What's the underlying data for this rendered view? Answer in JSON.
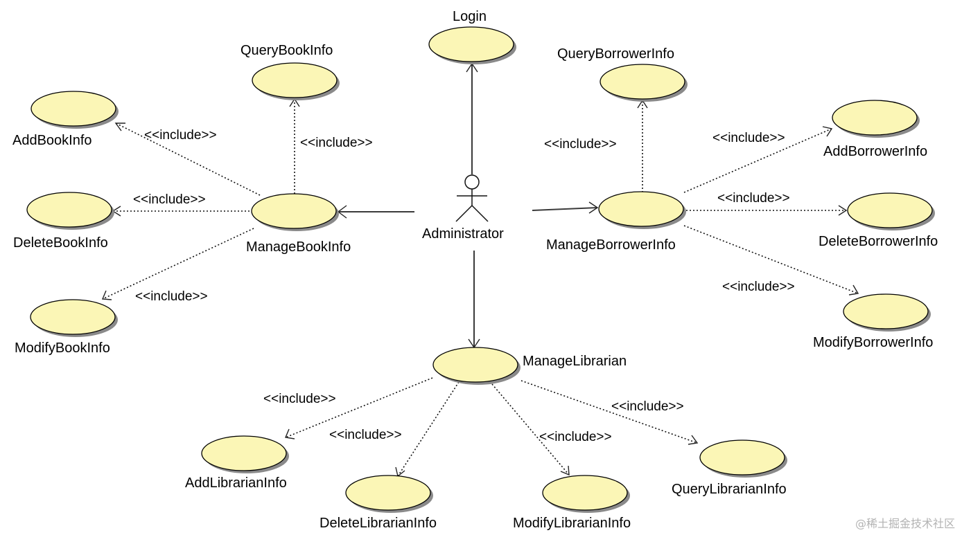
{
  "actor": {
    "name": "Administrator"
  },
  "use_cases": {
    "login": "Login",
    "query_book_info": "QueryBookInfo",
    "add_book_info": "AddBookInfo",
    "delete_book_info": "DeleteBookInfo",
    "modify_book_info": "ModifyBookInfo",
    "manage_book_info": "ManageBookInfo",
    "query_borrower_info": "QueryBorrowerInfo",
    "add_borrower_info": "AddBorrowerInfo",
    "delete_borrower_info": "DeleteBorrowerInfo",
    "modify_borrower_info": "ModifyBorrowerInfo",
    "manage_borrower_info": "ManageBorrowerInfo",
    "manage_librarian": "ManageLibrarian",
    "add_librarian_info": "AddLibrarianInfo",
    "delete_librarian_info": "DeleteLibrarianInfo",
    "modify_librarian_info": "ModifyLibrarianInfo",
    "query_librarian_info": "QueryLibrarianInfo"
  },
  "include_label": "<<include>>",
  "watermark": "@稀土掘金技术社区",
  "colors": {
    "use_case_fill": "#fbf6b6",
    "outline": "#000000"
  }
}
